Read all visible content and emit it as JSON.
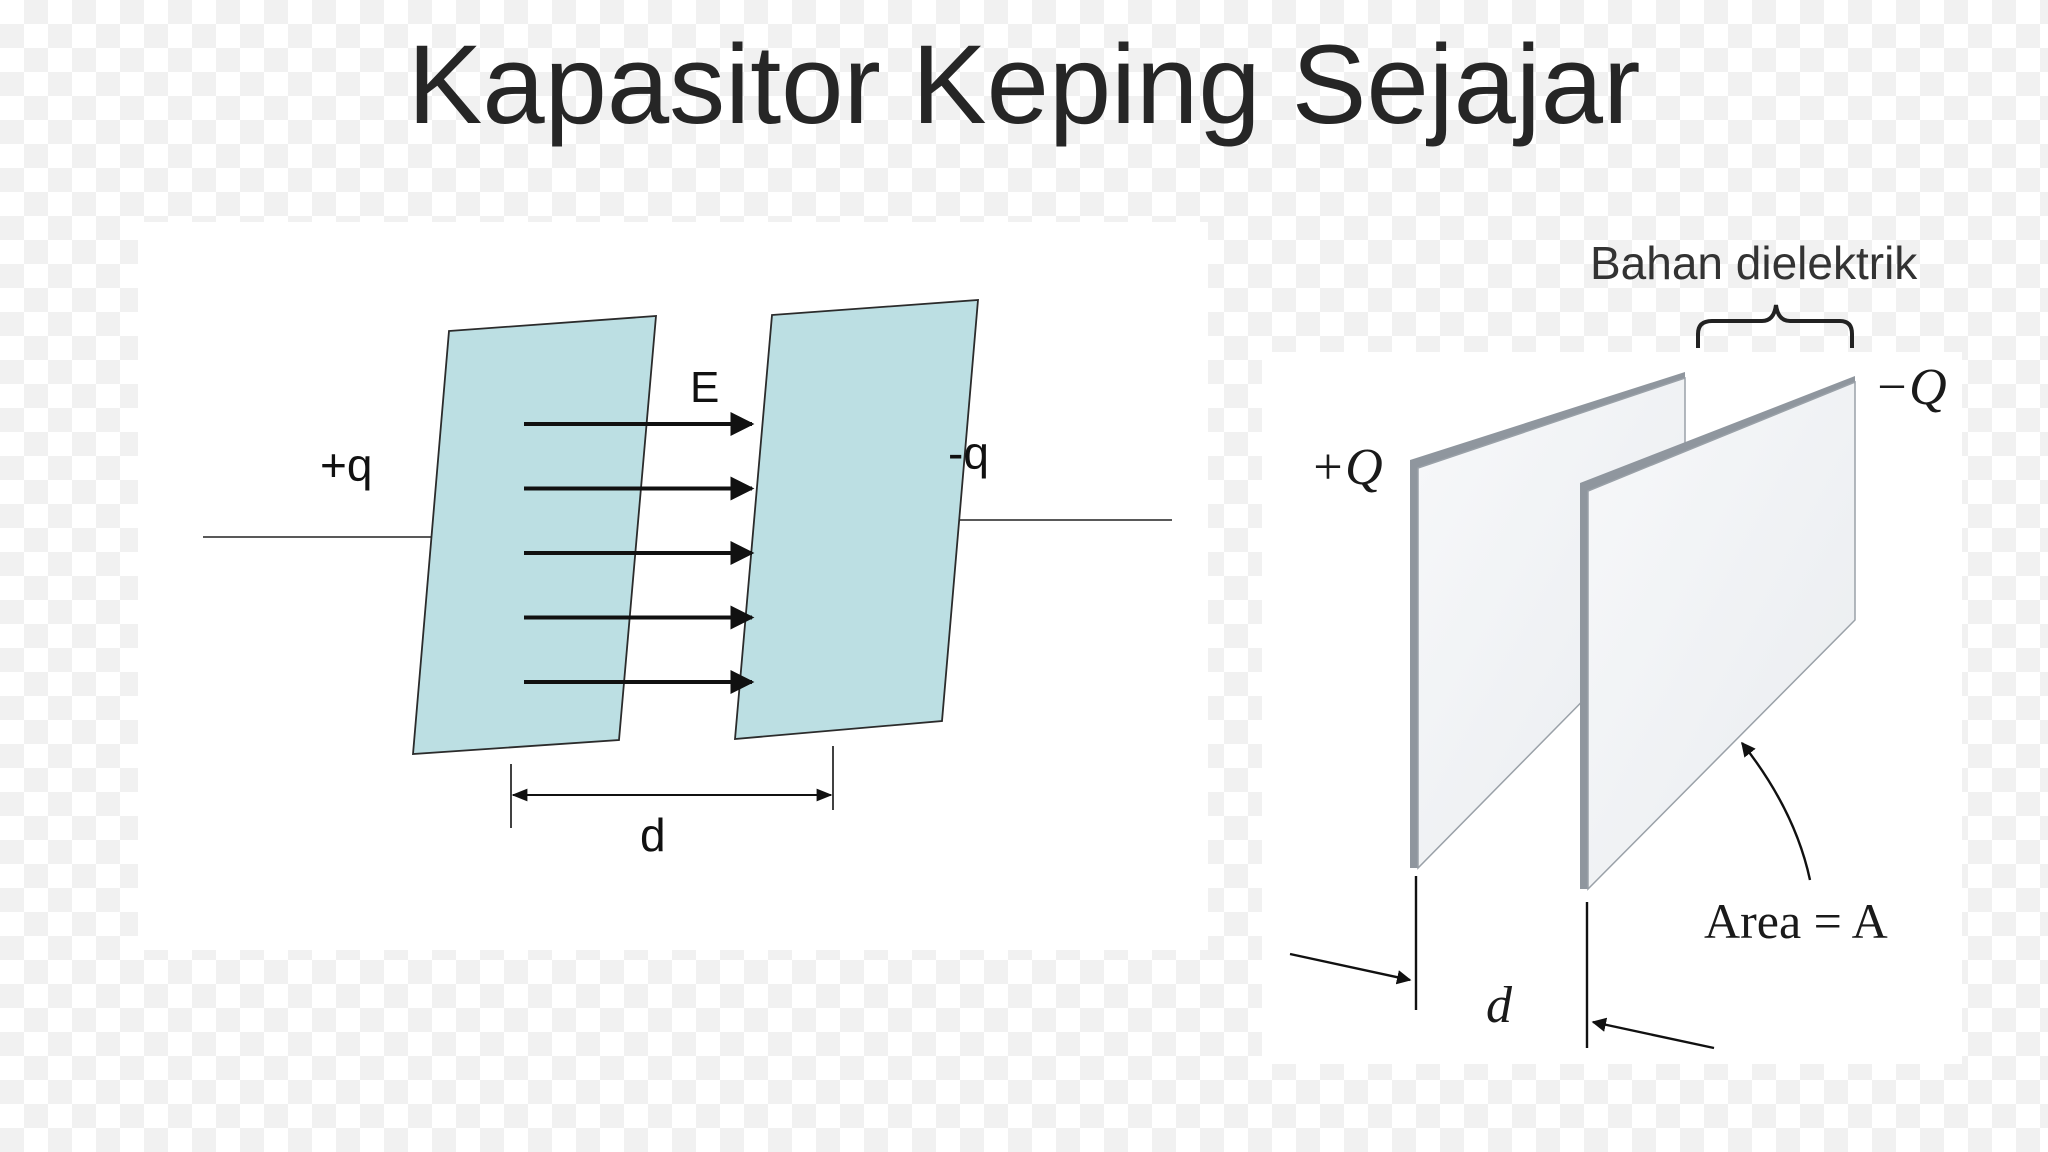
{
  "title": "Kapasitor Keping Sejajar",
  "left_diagram": {
    "charge_positive": "+q",
    "charge_negative": "-q",
    "field_label": "E",
    "distance_label": "d",
    "field_arrow_count": 5,
    "plate_color": "#bcdfe3"
  },
  "right_diagram": {
    "dielectric_label": "Bahan dielektrik",
    "charge_positive": "+Q",
    "charge_negative": "−Q",
    "area_label": "Area = A",
    "distance_label": "d",
    "plate_color": "#e9ecef"
  },
  "colors": {
    "title": "#262626",
    "label_dark": "#333333"
  }
}
